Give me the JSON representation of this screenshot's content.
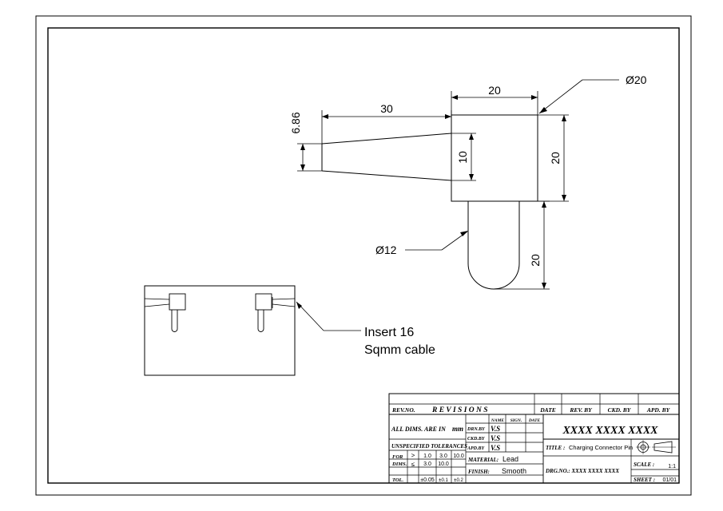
{
  "dims": {
    "top_width": "20",
    "dia_top": "Ø20",
    "length": "30",
    "height_small": "6.86",
    "inner": "10",
    "right_height": "20",
    "stem_height": "20",
    "dia_stem": "Ø12"
  },
  "note": {
    "line1": "Insert 16",
    "line2": "Sqmm cable"
  },
  "title_block": {
    "rev_no": "REV.NO.",
    "revisions": "R E V I S I O N S",
    "date": "DATE",
    "rev_by": "REV. BY",
    "ckd_by": "CKD. BY",
    "apd_by": "APD. BY",
    "all_dims": "ALL DIMS. ARE IN",
    "mm": "mm",
    "name": "NAME",
    "sign": "SIGN.",
    "date2": "DATE",
    "drn_by": "DRN.BY",
    "ckd_by2": "CKD.BY",
    "apd_by2": "APD.BY",
    "vs1": "V.S",
    "vs2": "V.S",
    "vs3": "V.S",
    "unspecified": "UNSPECIFIED TOLERANCES",
    "big_code": "XXXX XXXX XXXX",
    "for": "FOR",
    "dims_label": "DIMS.",
    "tol": "TOL.",
    "gt": ">",
    "le": "≤",
    "t1": "1.0",
    "t2": "3.0",
    "t3": "10.0",
    "t4": "3.0",
    "t5": "10.0",
    "tol1": "±0.05",
    "tol2": "±0.1",
    "tol3": "±0.2",
    "title_label": "TITLE :",
    "title_value": "Charging Connector Pin",
    "material_label": "MATERIAL:",
    "material_value": "Lead",
    "finish_label": "FINISH:",
    "finish_value": "Smooth",
    "drg_no": "DRG.NO.: XXXX XXXX XXXX",
    "scale_label": "SCALE :",
    "scale_value": "1:1",
    "sheet_label": "SHEET :",
    "sheet_value": "01/01"
  }
}
